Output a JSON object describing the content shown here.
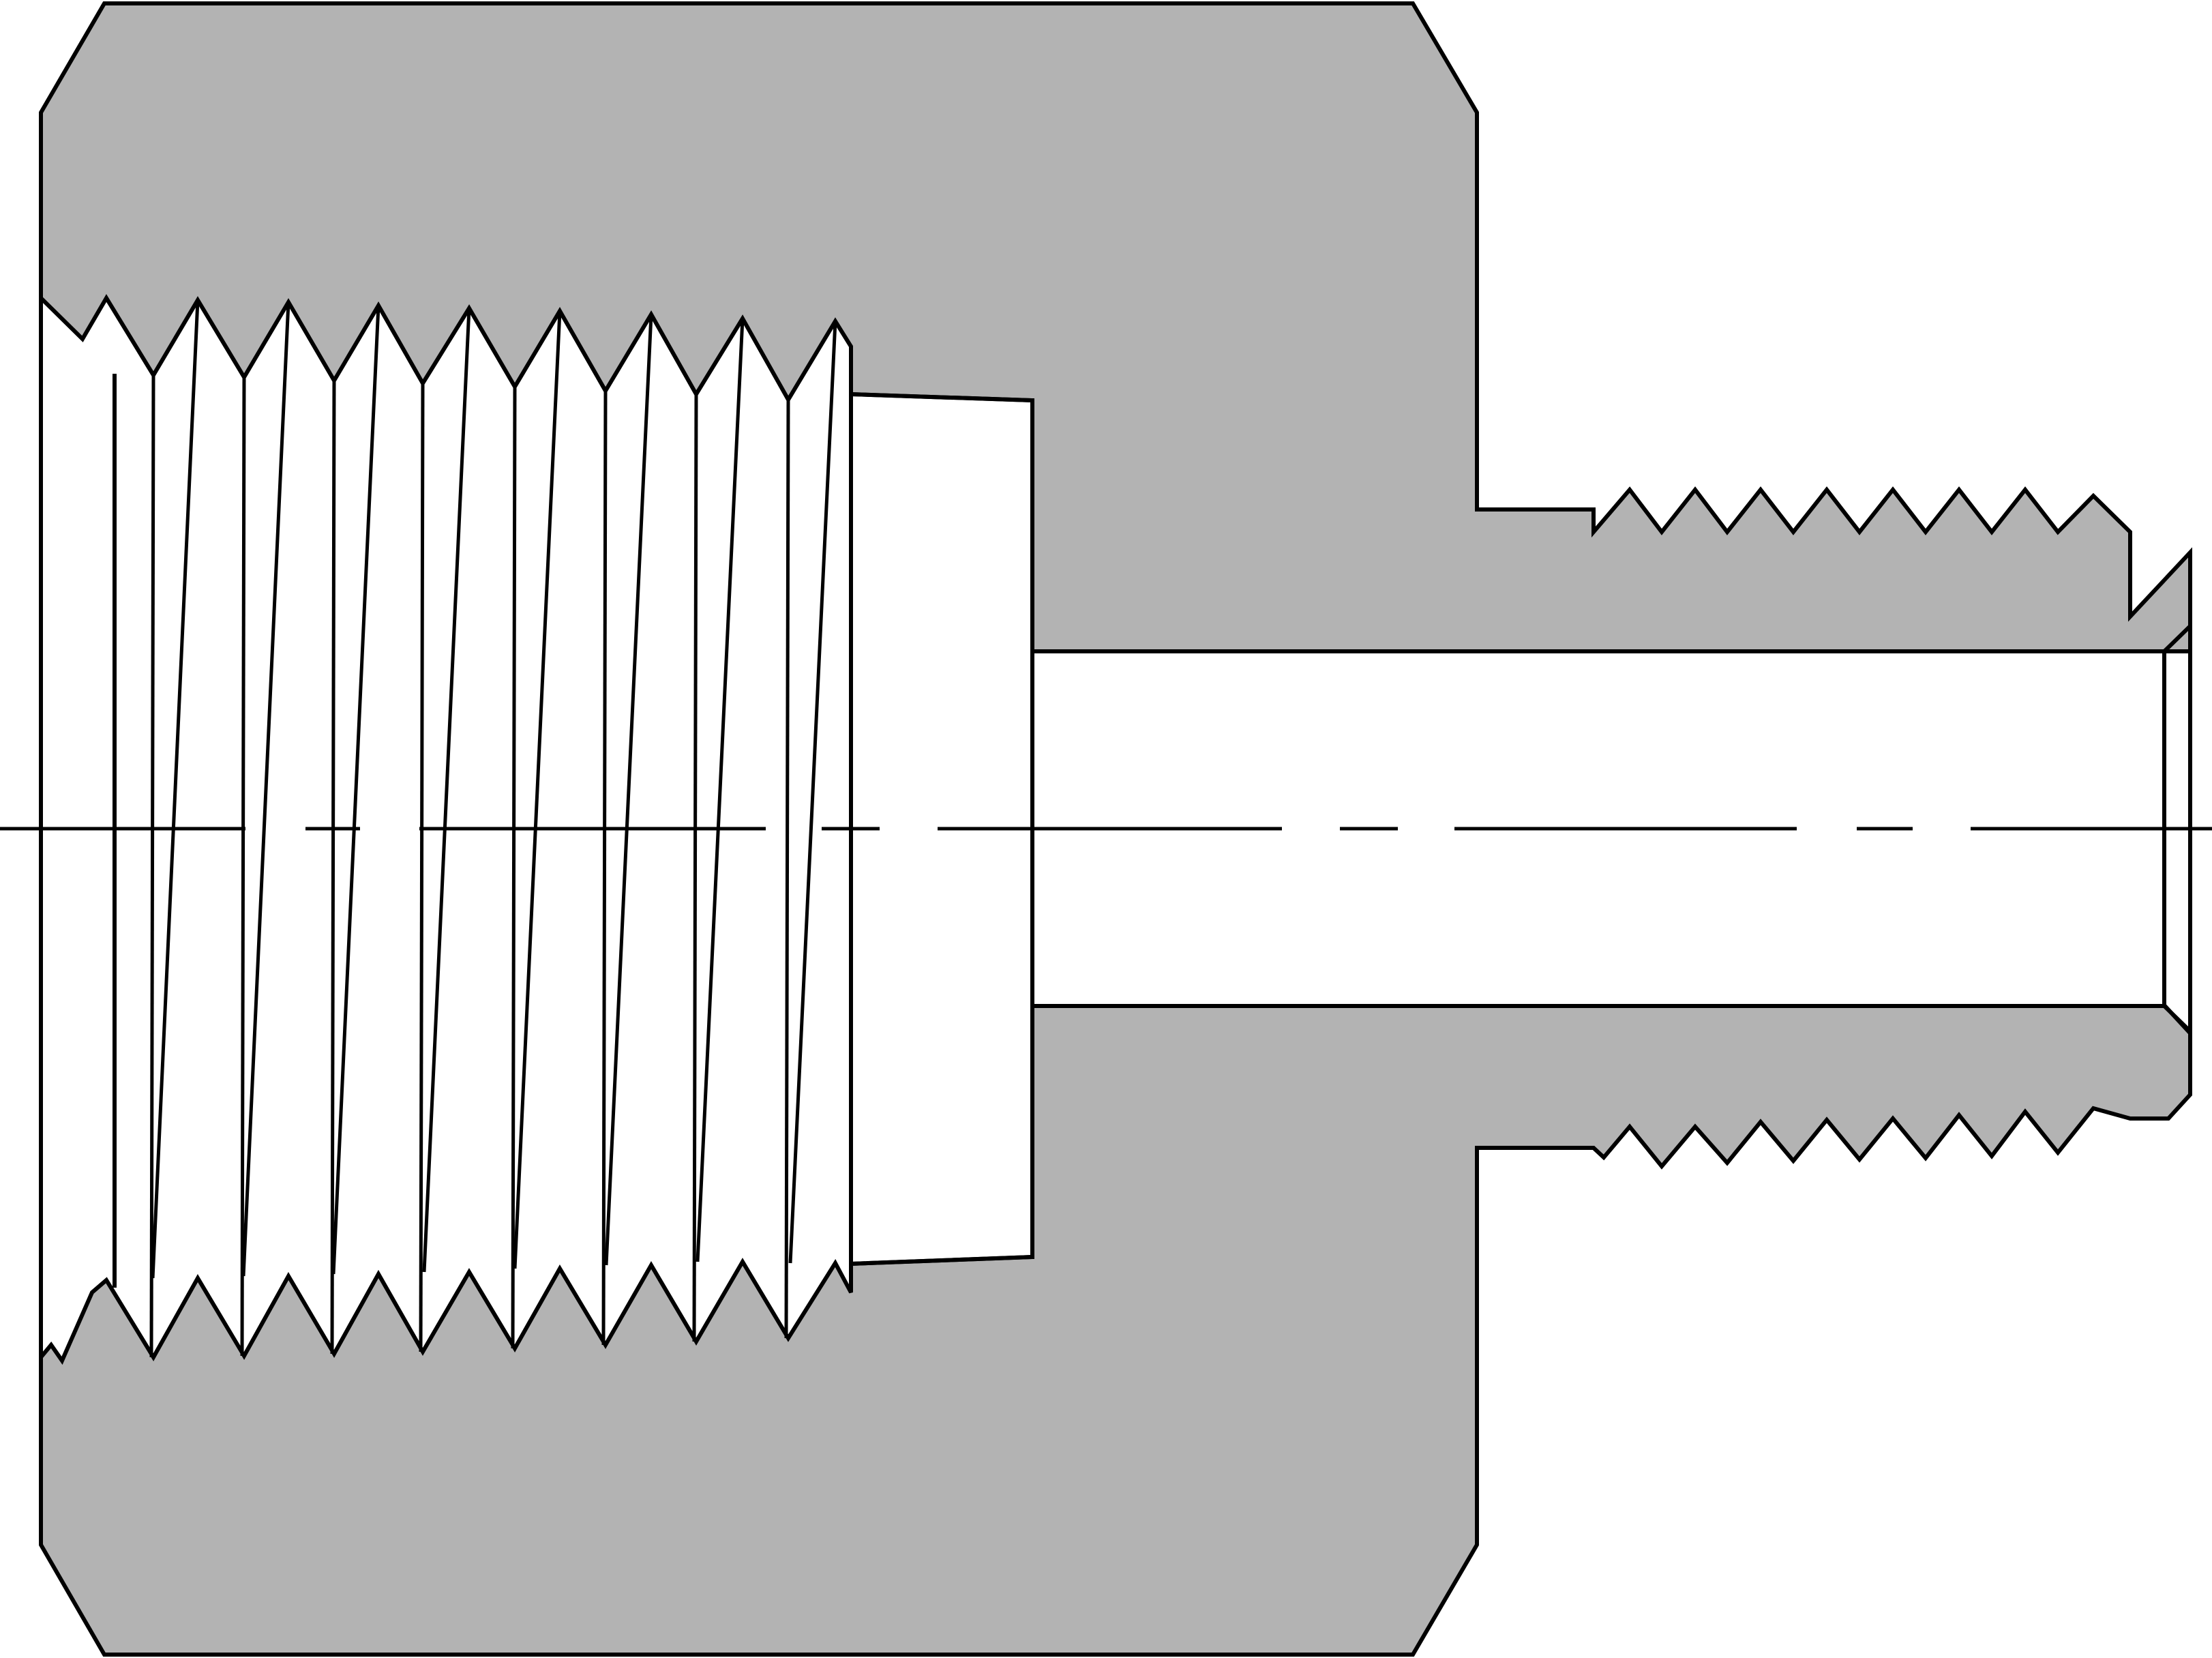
{
  "drawing": {
    "subject": "pipe-thread-adapter-cross-section",
    "colors": {
      "section_fill": "#b3b3b3",
      "stroke": "#000000",
      "background": "#ffffff"
    },
    "female_thread_crests": 9,
    "male_thread_crests": 9
  }
}
